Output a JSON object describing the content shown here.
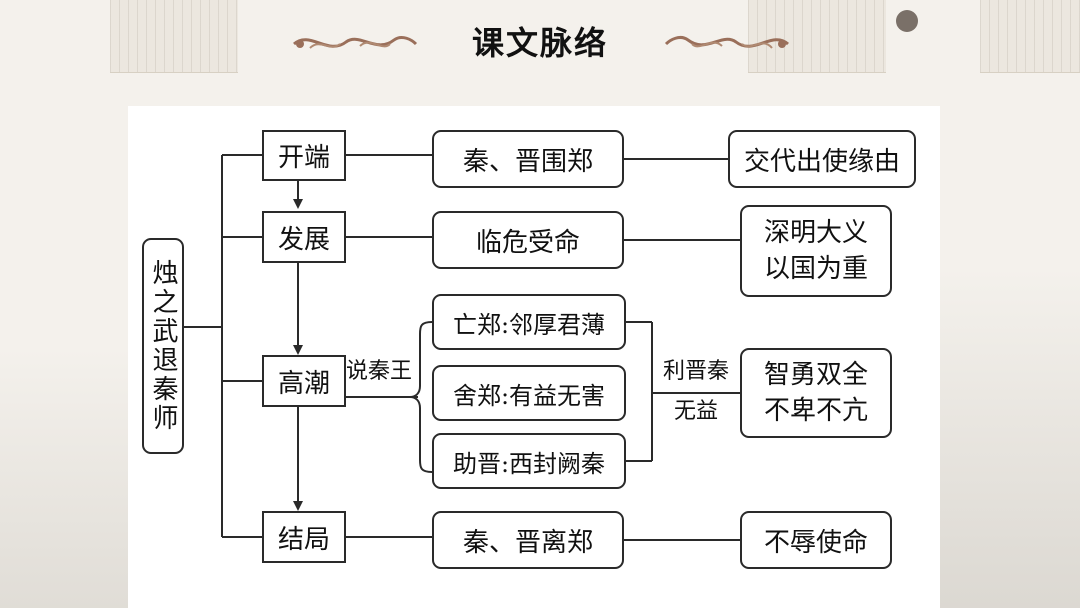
{
  "title": "课文脉络",
  "diagram": {
    "root": "烛之武退秦师",
    "stages": [
      {
        "label": "开端",
        "event": "秦、晋围郑",
        "result": "交代出使缘由"
      },
      {
        "label": "发展",
        "event": "临危受命",
        "result": "深明大义以国为重"
      },
      {
        "label": "高潮",
        "speech_label": "说秦王",
        "arguments": [
          "亡郑:邻厚君薄",
          "舍郑:有益无害",
          "助晋:西封阙秦"
        ],
        "link": "利晋秦无益",
        "result": "智勇双全不卑不亢"
      },
      {
        "label": "结局",
        "event": "秦、晋离郑",
        "result": "不辱使命"
      }
    ]
  },
  "colors": {
    "line": "#2a2a2a",
    "ornament": "#9a6f5a",
    "background": "#f4f1ec"
  }
}
